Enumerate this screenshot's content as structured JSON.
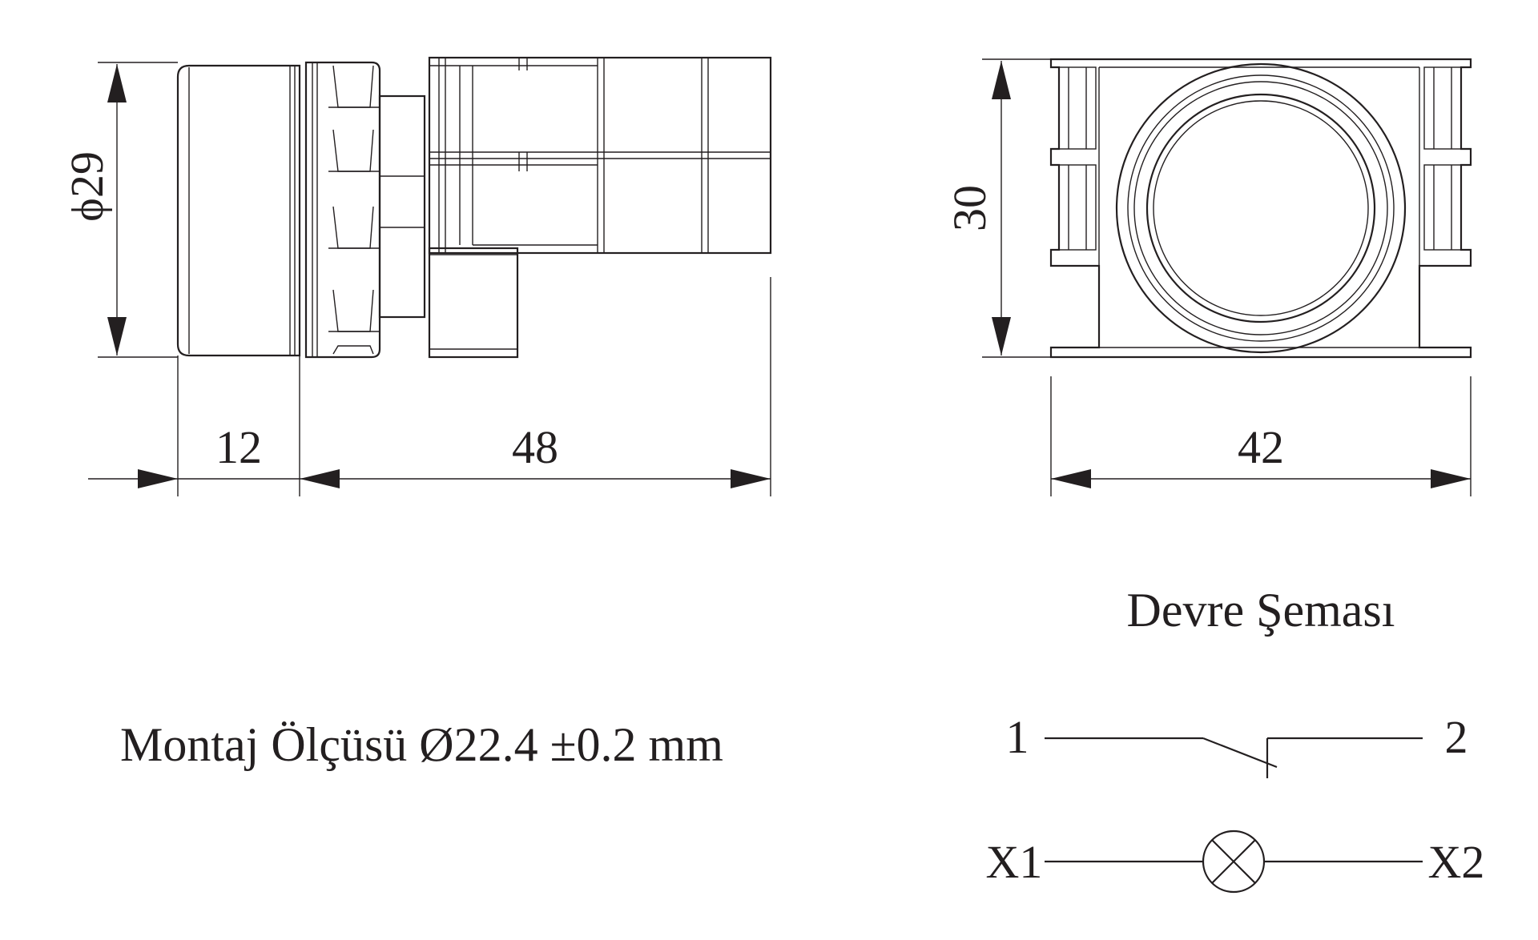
{
  "side_view": {
    "diameter_label": "29",
    "front_depth_label": "12",
    "body_length_label": "48"
  },
  "front_view": {
    "height_label": "30",
    "width_label": "42"
  },
  "mounting": {
    "label": "Montaj Ölçüsü Ø22.4 ±0.2 mm"
  },
  "circuit": {
    "title": "Devre Şeması",
    "switch_terminal_left": "1",
    "switch_terminal_right": "2",
    "lamp_terminal_left": "X1",
    "lamp_terminal_right": "X2"
  }
}
